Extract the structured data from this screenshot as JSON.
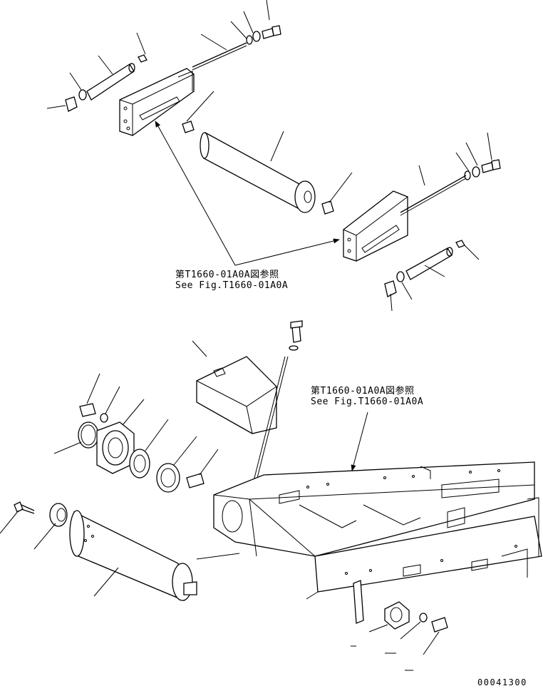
{
  "references": [
    {
      "jp": "第T1660-01A0A図参照",
      "en": "See Fig.T1660-01A0A"
    },
    {
      "jp": "第T1660-01A0A図参照",
      "en": "See Fig.T1660-01A0A"
    }
  ],
  "drawing_number": "00041300"
}
